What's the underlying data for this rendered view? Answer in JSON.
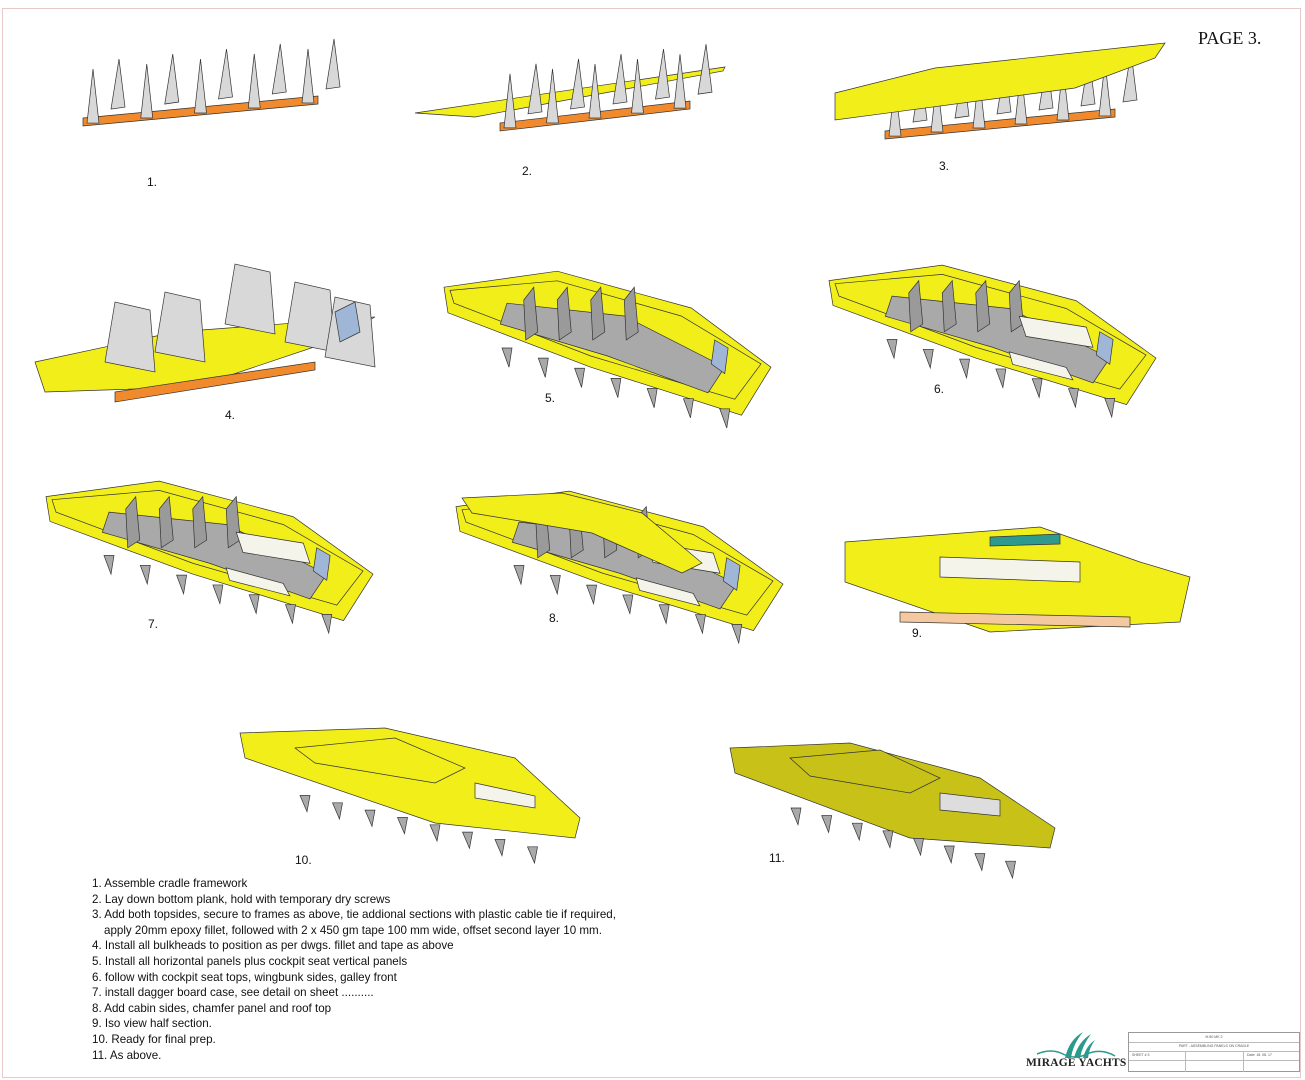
{
  "page_label": "PAGE 3.",
  "figures": [
    {
      "label": "1."
    },
    {
      "label": "2."
    },
    {
      "label": "3."
    },
    {
      "label": "4."
    },
    {
      "label": "5."
    },
    {
      "label": "6."
    },
    {
      "label": "7."
    },
    {
      "label": "8."
    },
    {
      "label": "9."
    },
    {
      "label": "10."
    },
    {
      "label": "11."
    }
  ],
  "notes": [
    "1. Assemble cradle framework",
    "2. Lay down bottom plank, hold with temporary dry screws",
    "3. Add both topsides, secure to frames as above, tie addional sections with plastic cable tie if required,",
    "apply 20mm epoxy fillet, followed with 2 x 450 gm tape 100 mm wide, offset second layer 10 mm.",
    "4. Install all bulkheads to position as per dwgs. fillet and tape as above",
    "5. Install all horizontal panels plus cockpit seat vertical panels",
    "6. follow with cockpit seat tops, wingbunk sides, galley front",
    "7. install dagger board case, see detail on sheet ..........",
    "8. Add cabin sides, chamfer panel and roof top",
    "9. Iso view half section.",
    "10. Ready for final prep.",
    "11. As above."
  ],
  "logo": {
    "text": "MIRAGE YACHTS"
  },
  "title_block": {
    "project": "M 80 MK 2",
    "part": "PART - ASSEMBLING PANELS ON CRADLE",
    "sheet": "SHEET # 3",
    "date": "Date: 18. 08. 17"
  },
  "colors": {
    "hull": "#f2ee1a",
    "cradle": "#f08a2c",
    "frame": "#d8d8d8",
    "interior": "#a9a9a9",
    "panel": "#f4f4ea",
    "dagger": "#9fb6d6",
    "logo": "#2a9a8c",
    "hull_final": "#c8c218"
  }
}
